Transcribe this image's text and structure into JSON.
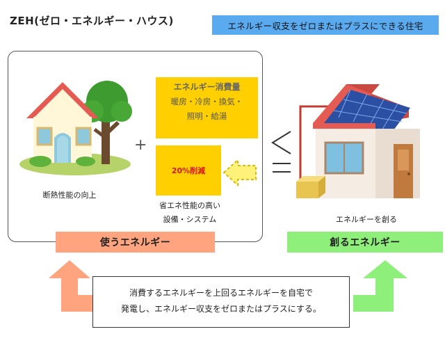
{
  "title": "ZEH(ゼロ・エネルギー・ハウス)",
  "badge": "エネルギー収支をゼロまたはプラスにできる住宅",
  "left_panel": {
    "house_caption": "断熱性能の向上",
    "consumption": {
      "heading": "エネルギー消費量",
      "line1": "暖房・冷房・換気・",
      "line2": "照明・給湯"
    },
    "reduction_label": "20%削減",
    "equipment_caption_line1": "省エネ性能の高い",
    "equipment_caption_line2": "設備・システム"
  },
  "right_panel": {
    "solar_house_caption": "エネルギーを創る"
  },
  "use_bar": "使うエネルギー",
  "create_bar": "創るエネルギー",
  "message": {
    "line1": "消費するエネルギーを上回るエネルギーを自宅で",
    "line2": "発電し、エネルギー収支をゼロまたはプラスにする。"
  },
  "colors": {
    "badge": "#5aaaf0",
    "consumption_box": "#ffcf00",
    "reduction_text": "#d81818",
    "use_bar": "#ffa47e",
    "create_bar": "#8ef07a",
    "roof": "#e05a50",
    "solar_panel": "#2b4fa3"
  },
  "icons": [
    "house-icon",
    "tree-icon",
    "solar-house-icon",
    "battery-icon",
    "dashed-arrow-icon",
    "greater-equal-icon",
    "up-arrow-icon"
  ]
}
